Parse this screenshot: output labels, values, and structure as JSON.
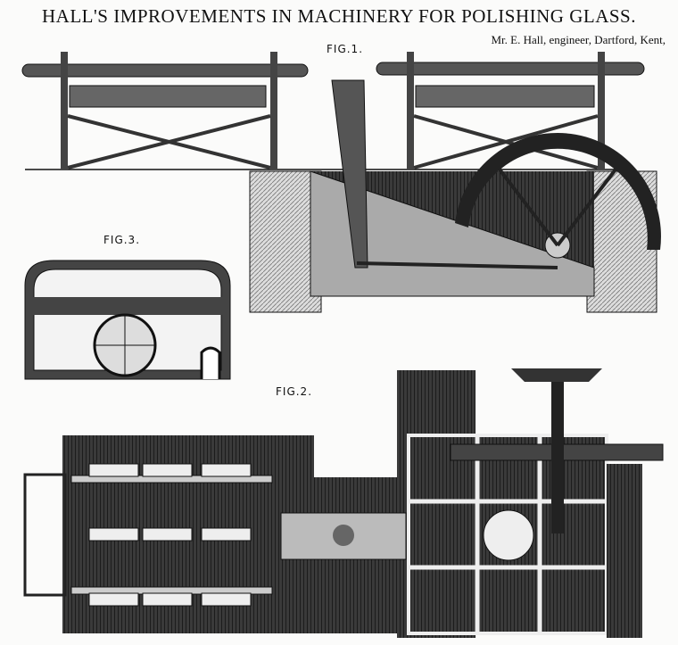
{
  "title": "HALL'S IMPROVEMENTS IN MACHINERY FOR POLISHING GLASS.",
  "credit": "Mr. E. Hall, engineer, Dartford, Kent,",
  "figures": {
    "fig1": "FIG.1.",
    "fig2": "FIG.2.",
    "fig3": "FIG.3."
  }
}
